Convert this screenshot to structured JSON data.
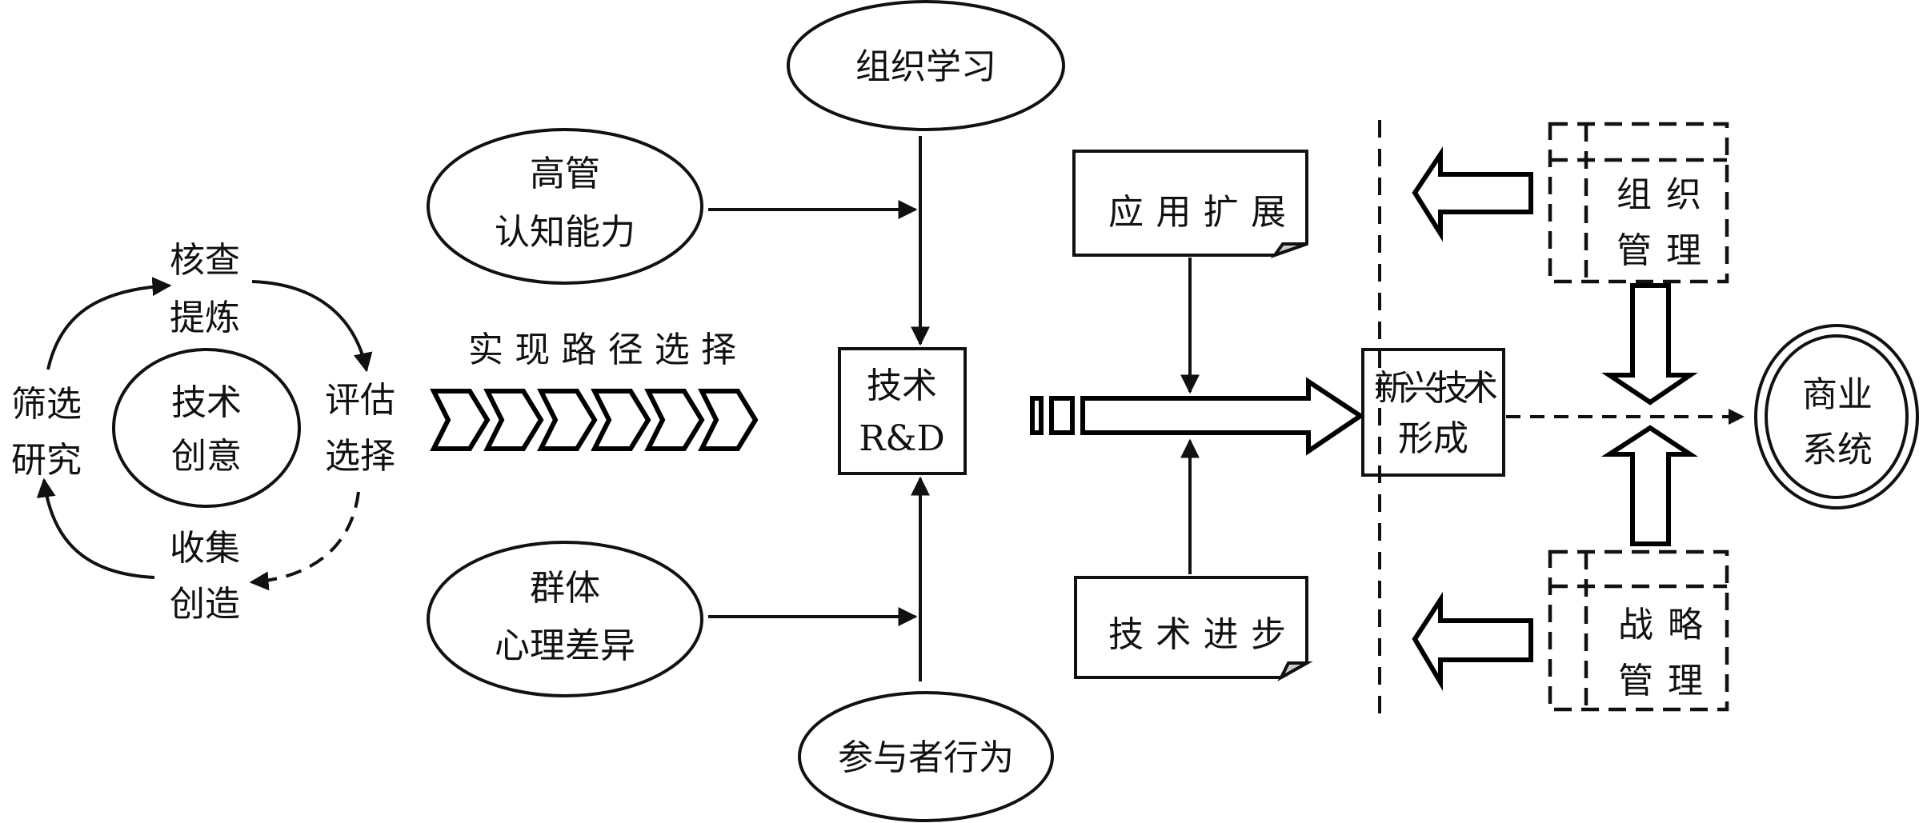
{
  "diagram": {
    "colors": {
      "ink": "#111111",
      "background": "#ffffff",
      "fold": "#cccccc"
    },
    "cycle": {
      "center": [
        "技术",
        "创意"
      ],
      "top": [
        "核查",
        "提炼"
      ],
      "right": [
        "评估",
        "选择"
      ],
      "bottom": [
        "收集",
        "创造"
      ],
      "left": [
        "筛选",
        "研究"
      ]
    },
    "path_selection": {
      "label": "实现路径选择",
      "chevron_count": 6
    },
    "inputs": {
      "top": "组织学习",
      "upper_left": [
        "高管",
        "认知能力"
      ],
      "lower_left": [
        "群体",
        "心理差异"
      ],
      "bottom": "参与者行为"
    },
    "rd_box": [
      "技术",
      "R&D"
    ],
    "application_expansion": "应用扩展",
    "tech_progress": "技术进步",
    "emerging_tech": [
      "新兴技术",
      "形成"
    ],
    "org_management": [
      "组织",
      "管理"
    ],
    "strategic_management": [
      "战略",
      "管理"
    ],
    "business_system": [
      "商业",
      "系统"
    ]
  }
}
